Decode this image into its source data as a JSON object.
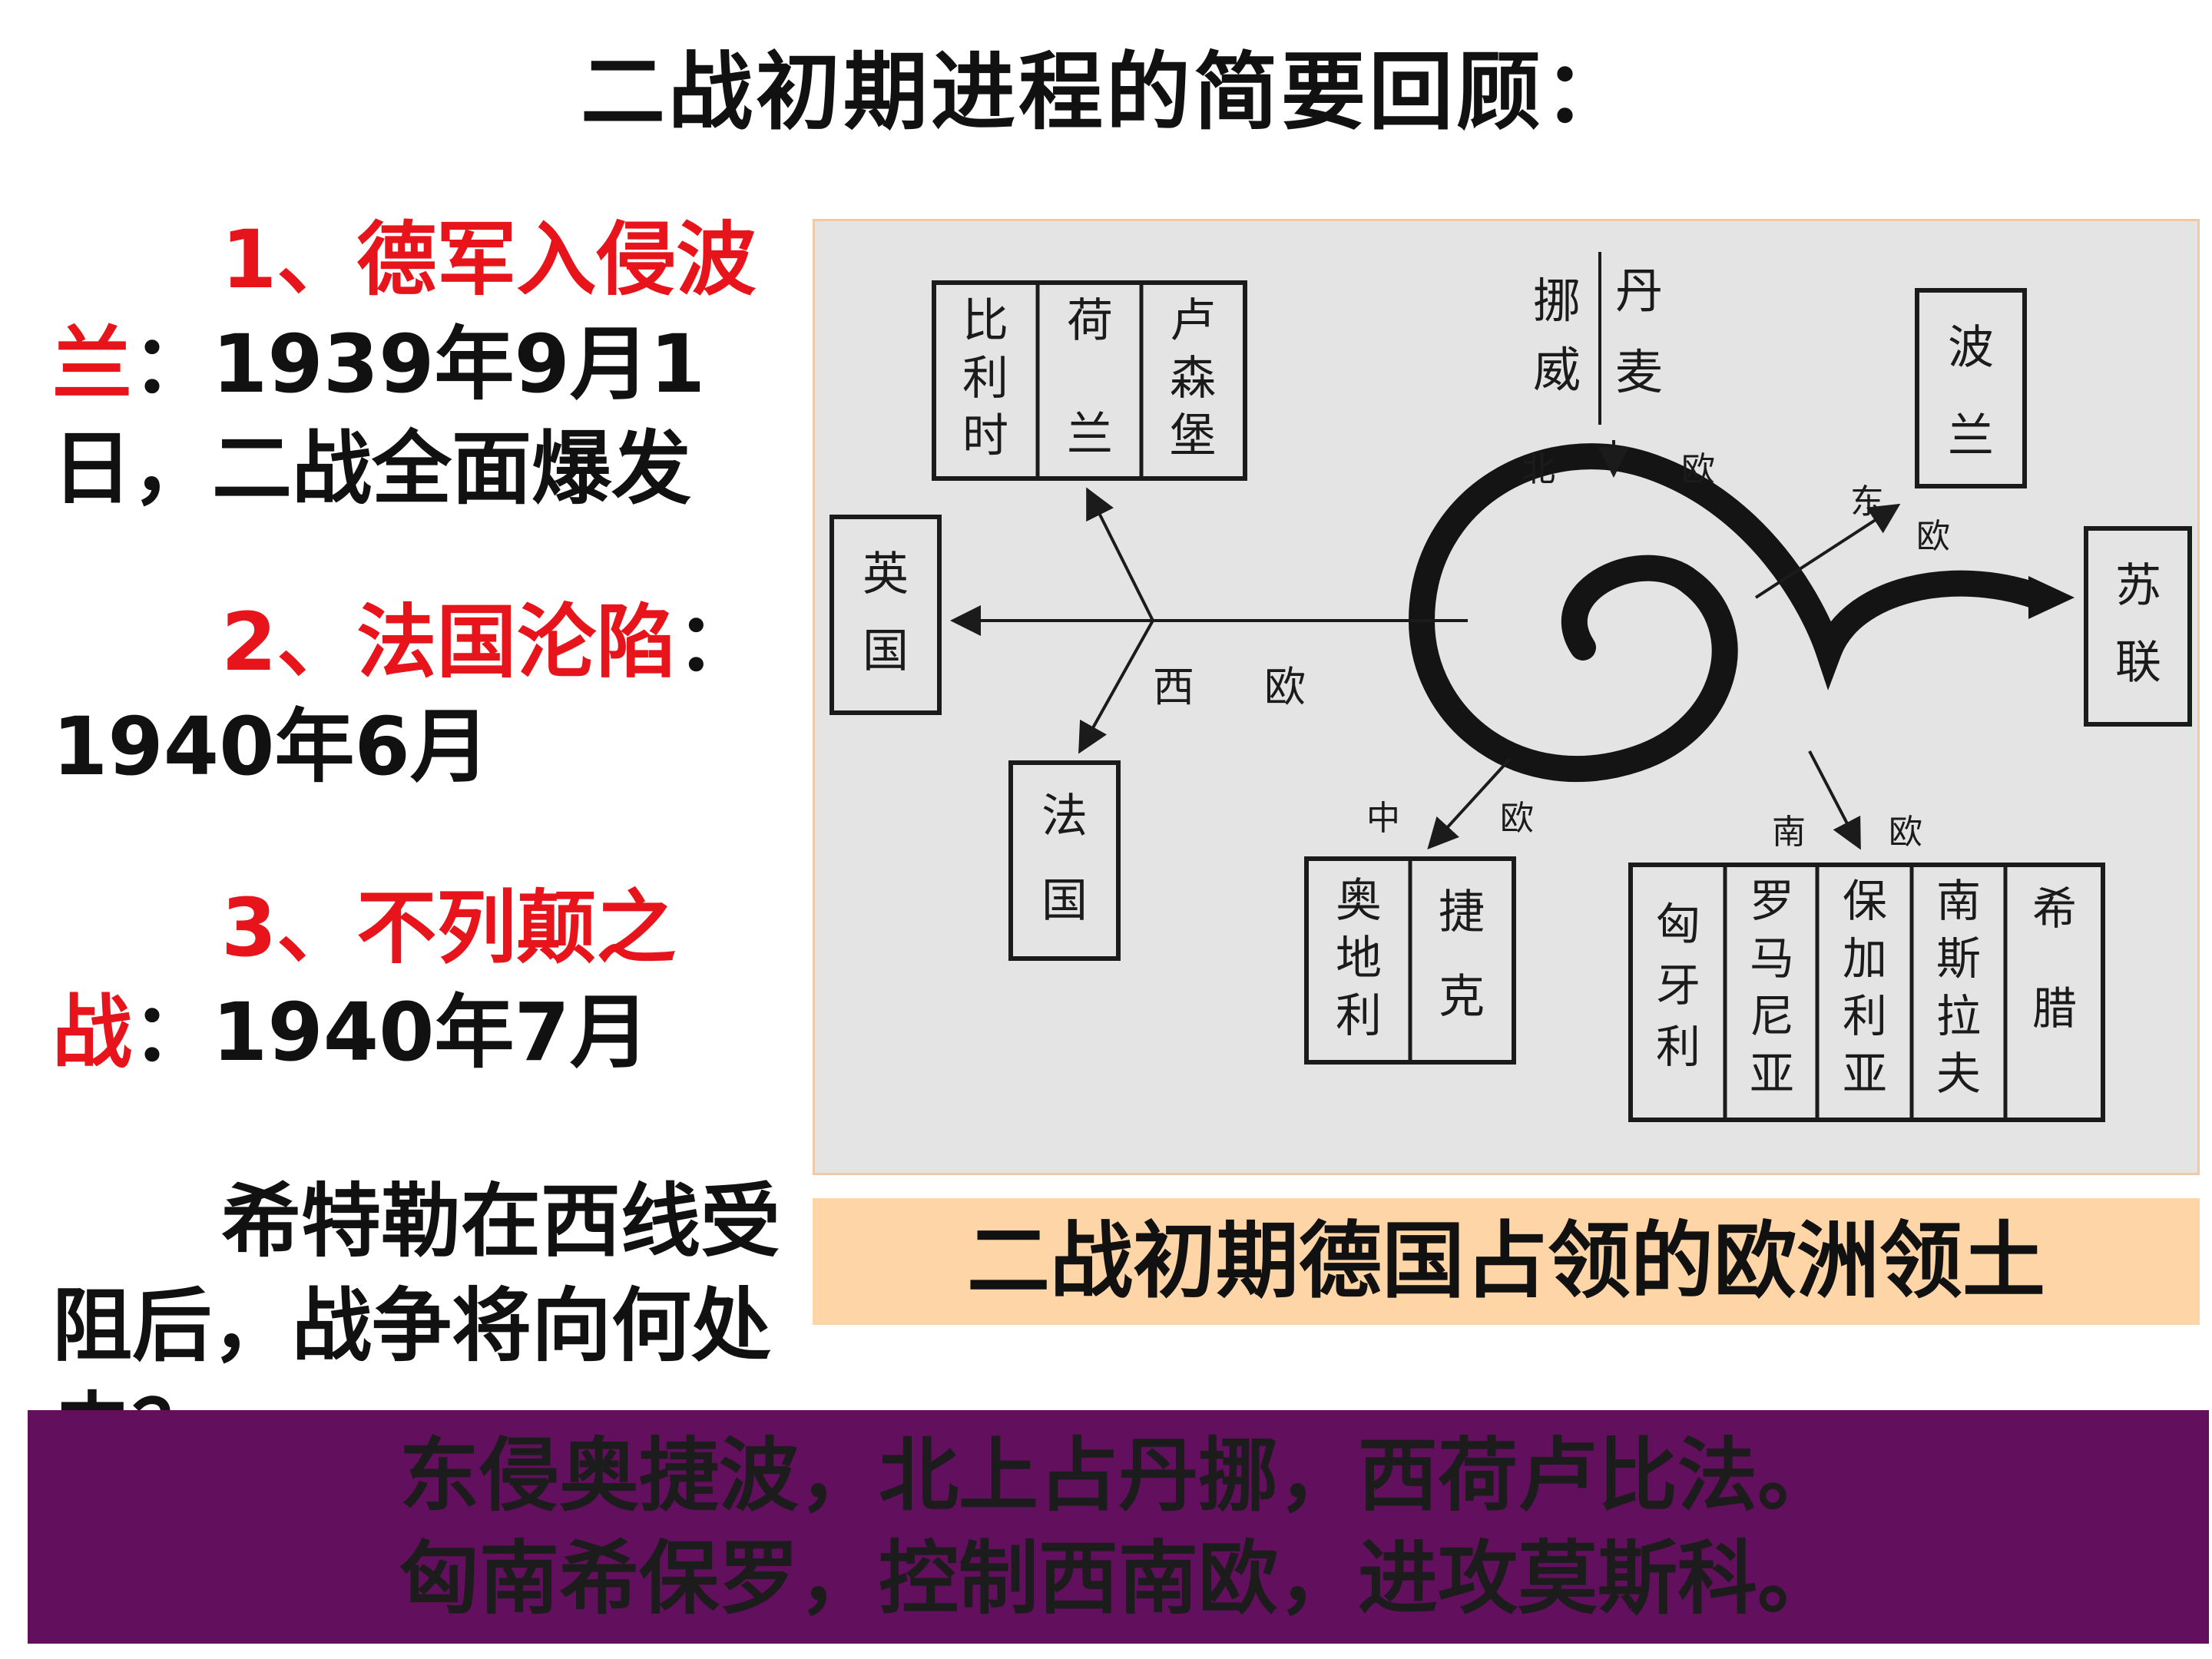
{
  "title": "二战初期进程的简要回顾：",
  "left": {
    "item1_red": "1、德军入侵波兰",
    "item1_rest": "：1939年9月1日，二战全面爆发",
    "item2_red": "2、法国沦陷",
    "item2_rest": "：1940年6月",
    "item3_red": "3、不列颠之战",
    "item3_rest": "：1940年7月",
    "question": "希特勒在西线受阻后，战争将向何处去？"
  },
  "diagram": {
    "labels": {
      "west": [
        "西",
        "欧"
      ],
      "north": [
        "北",
        "欧"
      ],
      "east": [
        "东",
        "欧"
      ],
      "central": [
        "中",
        "欧"
      ],
      "south": [
        "南",
        "欧"
      ]
    },
    "boxes": {
      "benelux": [
        [
          "比",
          "利",
          "时"
        ],
        [
          "荷",
          "兰"
        ],
        [
          "卢",
          "森",
          "堡"
        ]
      ],
      "britain": [
        "英",
        "国"
      ],
      "france": [
        "法",
        "国"
      ],
      "nordic": [
        [
          "挪",
          "威"
        ],
        [
          "丹",
          "麦"
        ]
      ],
      "poland": [
        "波",
        "兰"
      ],
      "ussr": [
        "苏",
        "联"
      ],
      "central": [
        [
          "奥",
          "地",
          "利"
        ],
        [
          "捷",
          "克"
        ]
      ],
      "south": [
        [
          "匈",
          "牙",
          "利"
        ],
        [
          "罗",
          "马",
          "尼",
          "亚"
        ],
        [
          "保",
          "加",
          "利",
          "亚"
        ],
        [
          "南",
          "斯",
          "拉",
          "夫"
        ],
        [
          "希",
          "腊"
        ]
      ]
    }
  },
  "caption": "二战初期德国占领的欧洲领土",
  "summary": {
    "line1": "东侵奥捷波，北上占丹挪，西荷卢比法。",
    "line2": "匈南希保罗，控制西南欧，进攻莫斯科。"
  }
}
